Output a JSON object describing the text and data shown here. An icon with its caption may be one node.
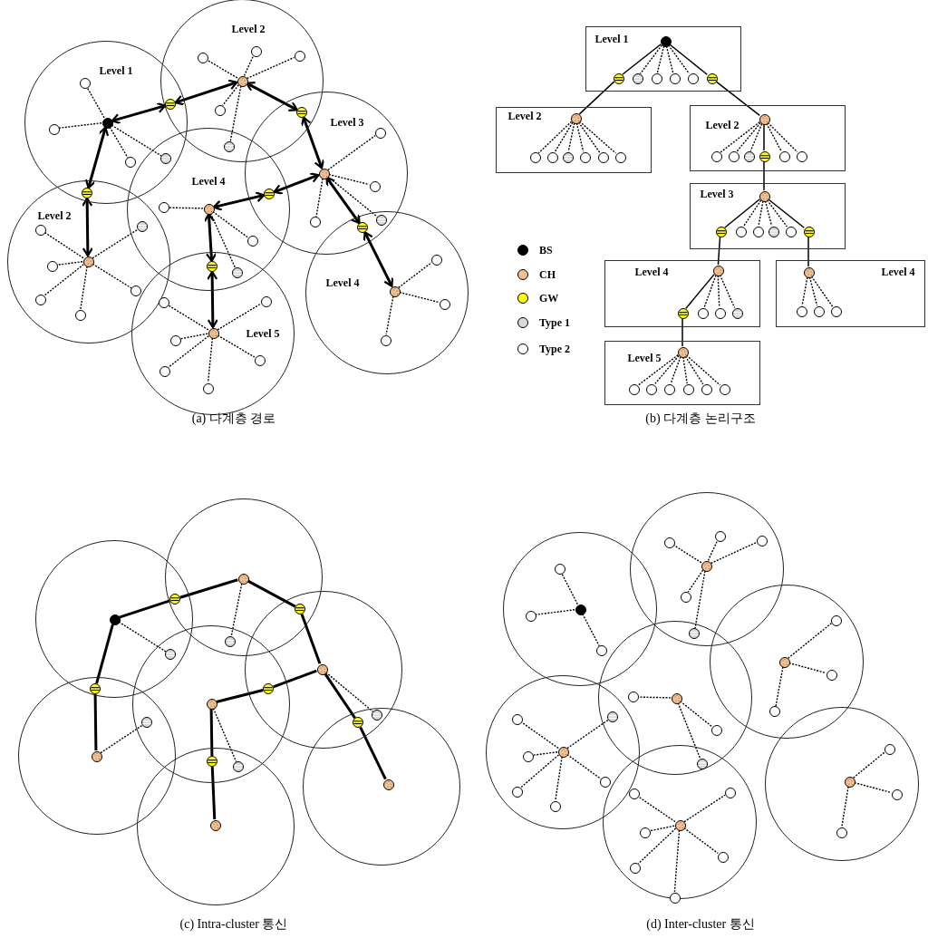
{
  "diagram": {
    "nodes": [
      {
        "text": [
          "Level 1"
        ]
      },
      {
        "text": [
          "Level 2"
        ]
      },
      {
        "text": [
          "Level 3"
        ]
      },
      {
        "text": [
          "Level 4"
        ]
      },
      {
        "text": [
          "Level 2"
        ]
      },
      {
        "text": [
          "Level 5"
        ]
      },
      {
        "text": [
          "Level 4"
        ]
      },
      {
        "text": [],
        "shape": "circle",
        "in": 0
      },
      {
        "text": [],
        "shape": "circle",
        "in": 0
      },
      {
        "text": [],
        "shape": "circle",
        "in": 0
      },
      {
        "text": [],
        "shape": "circle"
      },
      {
        "text": [],
        "shape": "circle"
      },
      {
        "text": [],
        "shape": "circle"
      },
      {
        "text": [],
        "shape": "circle",
        "in": 1
      },
      {
        "text": [],
        "shape": "circle",
        "in": 1
      },
      {
        "text": [],
        "shape": "circle",
        "in": 1
      },
      {
        "text": [],
        "shape": "circle",
        "in": 1
      },
      {
        "text": [],
        "shape": "circle",
        "in": 1
      },
      {
        "text": [],
        "shape": "circle"
      },
      {
        "text": [],
        "shape": "circle"
      },
      {
        "text": [],
        "shape": "circle",
        "in": 2
      },
      {
        "text": [],
        "shape": "circle",
        "in": 2
      },
      {
        "text": [],
        "shape": "circle",
        "in": 2
      },
      {
        "text": [],
        "shape": "circle"
      },
      {
        "text": [],
        "shape": "circle"
      },
      {
        "text": [],
        "shape": "circle"
      },
      {
        "text": [],
        "shape": "circle"
      },
      {
        "text": [],
        "shape": "circle",
        "in": 3
      },
      {
        "text": [],
        "shape": "circle"
      },
      {
        "text": [],
        "shape": "circle"
      },
      {
        "text": [],
        "shape": "circle"
      },
      {
        "text": [],
        "shape": "circle"
      },
      {
        "text": [],
        "shape": "circle"
      },
      {
        "text": [],
        "shape": "circle",
        "in": 4
      },
      {
        "text": [],
        "shape": "circle",
        "in": 4
      },
      {
        "text": [],
        "shape": "circle",
        "in": 4
      },
      {
        "text": [],
        "shape": "circle"
      },
      {
        "text": [],
        "shape": "circle",
        "in": 4
      },
      {
        "text": [],
        "shape": "circle",
        "in": 4
      },
      {
        "text": [],
        "shape": "circle"
      },
      {
        "text": [],
        "shape": "circle",
        "in": 5
      },
      {
        "text": [],
        "shape": "circle"
      },
      {
        "text": [],
        "shape": "circle",
        "in": 5
      },
      {
        "text": [],
        "shape": "circle",
        "in": 5
      },
      {
        "text": [],
        "shape": "circle",
        "in": 5
      },
      {
        "text": [],
        "shape": "circle",
        "in": 5
      },
      {
        "text": [],
        "shape": "circle",
        "in": 5
      },
      {
        "text": [],
        "shape": "circle",
        "in": 6
      },
      {
        "text": [],
        "shape": "circle",
        "in": 6
      },
      {
        "text": [],
        "shape": "circle",
        "in": 6
      },
      {
        "text": [],
        "shape": "circle",
        "in": 6
      },
      {
        "text": [
          "Level 1"
        ]
      },
      {
        "text": [],
        "shape": "circle",
        "in": 51
      },
      {
        "text": [],
        "shape": "circle",
        "in": 51
      },
      {
        "text": [],
        "shape": "circle",
        "in": 51
      },
      {
        "text": [],
        "shape": "circle",
        "in": 51
      },
      {
        "text": [],
        "shape": "circle",
        "in": 51
      },
      {
        "text": [],
        "shape": "circle",
        "in": 51
      },
      {
        "text": [],
        "shape": "circle",
        "in": 51
      },
      {
        "text": [
          "Level 2"
        ]
      },
      {
        "text": [],
        "shape": "circle",
        "in": 59
      },
      {
        "text": [],
        "shape": "circle",
        "in": 59
      },
      {
        "text": [],
        "shape": "circle",
        "in": 59
      },
      {
        "text": [],
        "shape": "circle",
        "in": 59
      },
      {
        "text": [],
        "shape": "circle",
        "in": 59
      },
      {
        "text": [],
        "shape": "circle",
        "in": 59
      },
      {
        "text": [],
        "shape": "circle",
        "in": 59
      },
      {
        "text": [
          "Level 2"
        ]
      },
      {
        "text": [],
        "shape": "circle",
        "in": 67
      },
      {
        "text": [],
        "shape": "circle",
        "in": 67
      },
      {
        "text": [],
        "shape": "circle",
        "in": 67
      },
      {
        "text": [],
        "shape": "circle",
        "in": 67
      },
      {
        "text": [],
        "shape": "circle",
        "in": 67
      },
      {
        "text": [],
        "shape": "circle",
        "in": 67
      },
      {
        "text": [],
        "shape": "circle",
        "in": 67
      },
      {
        "text": [
          "Level 3"
        ]
      },
      {
        "text": [],
        "shape": "circle",
        "in": 75
      },
      {
        "text": [],
        "shape": "circle",
        "in": 75
      },
      {
        "text": [],
        "shape": "circle",
        "in": 75
      },
      {
        "text": [],
        "shape": "circle",
        "in": 75
      },
      {
        "text": [],
        "shape": "circle",
        "in": 75
      },
      {
        "text": [],
        "shape": "circle",
        "in": 75
      },
      {
        "text": [],
        "shape": "circle",
        "in": 75
      },
      {
        "text": [
          "Level 4"
        ]
      },
      {
        "text": [],
        "shape": "circle",
        "in": 83
      },
      {
        "text": [],
        "shape": "circle",
        "in": 83
      },
      {
        "text": [],
        "shape": "circle",
        "in": 83
      },
      {
        "text": [],
        "shape": "circle",
        "in": 83
      },
      {
        "text": [],
        "shape": "circle",
        "in": 83
      },
      {
        "text": [
          "Level 4"
        ]
      },
      {
        "text": [],
        "shape": "circle",
        "in": 89
      },
      {
        "text": [],
        "shape": "circle",
        "in": 89
      },
      {
        "text": [],
        "shape": "circle",
        "in": 89
      },
      {
        "text": [],
        "shape": "circle",
        "in": 89
      },
      {
        "text": [
          "Level 5"
        ]
      },
      {
        "text": [],
        "shape": "circle",
        "in": 94
      },
      {
        "text": [],
        "shape": "circle",
        "in": 94
      },
      {
        "text": [],
        "shape": "circle",
        "in": 94
      },
      {
        "text": [],
        "shape": "circle",
        "in": 94
      },
      {
        "text": [],
        "shape": "circle",
        "in": 94
      },
      {
        "text": [],
        "shape": "circle",
        "in": 94
      },
      {
        "text": [],
        "shape": "circle",
        "in": 94
      },
      {
        "text": [],
        "shape": "circle"
      },
      {
        "text": [],
        "shape": "circle"
      },
      {
        "text": [],
        "shape": "circle"
      },
      {
        "text": [],
        "shape": "circle"
      },
      {
        "text": [],
        "shape": "circle"
      },
      {
        "text": [],
        "shape": "circle"
      },
      {
        "text": [],
        "shape": "circle"
      },
      {
        "text": [],
        "shape": "circle",
        "in": 102
      },
      {
        "text": [],
        "shape": "circle"
      },
      {
        "text": [],
        "shape": "circle",
        "in": 103
      },
      {
        "text": [],
        "shape": "circle"
      },
      {
        "text": [],
        "shape": "circle",
        "in": 104
      },
      {
        "text": [],
        "shape": "circle"
      },
      {
        "text": [],
        "shape": "circle",
        "in": 105
      },
      {
        "text": [],
        "shape": "circle"
      },
      {
        "text": [],
        "shape": "circle",
        "in": 106
      },
      {
        "text": [],
        "shape": "circle"
      },
      {
        "text": [],
        "shape": "circle",
        "in": 107
      },
      {
        "text": [],
        "shape": "circle"
      },
      {
        "text": [],
        "shape": "circle",
        "in": 108
      },
      {
        "text": [],
        "shape": "circle"
      },
      {
        "text": [],
        "shape": "circle"
      },
      {
        "text": [],
        "shape": "circle"
      },
      {
        "text": [],
        "shape": "circle"
      },
      {
        "text": [],
        "shape": "circle"
      },
      {
        "text": [],
        "shape": "circle"
      },
      {
        "text": [],
        "shape": "circle"
      },
      {
        "text": [],
        "shape": "circle"
      },
      {
        "text": [],
        "shape": "circle"
      },
      {
        "text": [],
        "shape": "circle"
      },
      {
        "text": [],
        "shape": "circle"
      },
      {
        "text": [],
        "shape": "circle"
      },
      {
        "text": [],
        "shape": "circle",
        "in": 127
      },
      {
        "text": [],
        "shape": "circle",
        "in": 127
      },
      {
        "text": [],
        "shape": "circle",
        "in": 127
      },
      {
        "text": [],
        "shape": "circle"
      },
      {
        "text": [],
        "shape": "circle",
        "in": 128
      },
      {
        "text": [],
        "shape": "circle",
        "in": 128
      },
      {
        "text": [],
        "shape": "circle",
        "in": 128
      },
      {
        "text": [],
        "shape": "circle",
        "in": 128
      },
      {
        "text": [],
        "shape": "circle",
        "in": 128
      },
      {
        "text": [],
        "shape": "circle"
      },
      {
        "text": [],
        "shape": "circle",
        "in": 129
      },
      {
        "text": [],
        "shape": "circle",
        "in": 129
      },
      {
        "text": [],
        "shape": "circle",
        "in": 129
      },
      {
        "text": [],
        "shape": "circle"
      },
      {
        "text": [],
        "shape": "circle",
        "in": 130
      },
      {
        "text": [],
        "shape": "circle"
      },
      {
        "text": [],
        "shape": "circle"
      },
      {
        "text": [],
        "shape": "circle"
      },
      {
        "text": [],
        "shape": "circle",
        "in": 131
      },
      {
        "text": [],
        "shape": "circle",
        "in": 131
      },
      {
        "text": [],
        "shape": "circle",
        "in": 131
      },
      {
        "text": [],
        "shape": "circle",
        "in": 131
      },
      {
        "text": [],
        "shape": "circle"
      },
      {
        "text": [],
        "shape": "circle",
        "in": 131
      },
      {
        "text": [],
        "shape": "circle"
      },
      {
        "text": [],
        "shape": "circle",
        "in": 132
      },
      {
        "text": [],
        "shape": "circle"
      },
      {
        "text": [],
        "shape": "circle",
        "in": 132
      },
      {
        "text": [],
        "shape": "circle",
        "in": 132
      },
      {
        "text": [],
        "shape": "circle",
        "in": 132
      },
      {
        "text": [],
        "shape": "circle",
        "in": 132
      },
      {
        "text": [],
        "shape": "circle",
        "in": 132
      },
      {
        "text": [],
        "shape": "circle",
        "in": 133
      },
      {
        "text": [],
        "shape": "circle",
        "in": 133
      },
      {
        "text": [],
        "shape": "circle",
        "in": 133
      },
      {
        "text": [],
        "shape": "circle",
        "in": 133
      }
    ],
    "edges": [
      {
        "from": 7,
        "to": 12,
        "arrow": "both",
        "style": "thick"
      },
      {
        "from": 12,
        "to": 13,
        "arrow": "both",
        "style": "thick"
      },
      {
        "from": 13,
        "to": 19,
        "arrow": "both",
        "style": "thick"
      },
      {
        "from": 19,
        "to": 20,
        "arrow": "both",
        "style": "thick"
      },
      {
        "from": 20,
        "to": 25,
        "arrow": "both",
        "style": "thick"
      },
      {
        "from": 25,
        "to": 27,
        "arrow": "both",
        "style": "thick"
      },
      {
        "from": 27,
        "to": 31,
        "arrow": "both",
        "style": "thick"
      },
      {
        "from": 31,
        "to": 40,
        "arrow": "both",
        "style": "thick"
      },
      {
        "from": 20,
        "to": 26,
        "arrow": "both",
        "style": "thick"
      },
      {
        "from": 26,
        "to": 47,
        "arrow": "both",
        "style": "thick"
      },
      {
        "from": 7,
        "to": 32,
        "arrow": "both",
        "style": "thick"
      },
      {
        "from": 32,
        "to": 33,
        "arrow": "both",
        "style": "thick"
      },
      {
        "from": 7,
        "to": 8,
        "arrow": "none",
        "style": "dashed"
      },
      {
        "from": 7,
        "to": 9,
        "arrow": "none",
        "style": "dashed"
      },
      {
        "from": 7,
        "to": 10,
        "arrow": "none",
        "style": "dashed"
      },
      {
        "from": 7,
        "to": 11,
        "arrow": "none",
        "style": "dashed"
      },
      {
        "from": 13,
        "to": 14,
        "arrow": "none",
        "style": "dashed"
      },
      {
        "from": 13,
        "to": 15,
        "arrow": "none",
        "style": "dashed"
      },
      {
        "from": 13,
        "to": 16,
        "arrow": "none",
        "style": "dashed"
      },
      {
        "from": 13,
        "to": 17,
        "arrow": "none",
        "style": "dashed"
      },
      {
        "from": 13,
        "to": 18,
        "arrow": "none",
        "style": "dashed"
      },
      {
        "from": 20,
        "to": 21,
        "arrow": "none",
        "style": "dashed"
      },
      {
        "from": 20,
        "to": 22,
        "arrow": "none",
        "style": "dashed"
      },
      {
        "from": 20,
        "to": 23,
        "arrow": "none",
        "style": "dashed"
      },
      {
        "from": 20,
        "to": 24,
        "arrow": "none",
        "style": "dashed"
      },
      {
        "from": 27,
        "to": 28,
        "arrow": "none",
        "style": "dashed"
      },
      {
        "from": 27,
        "to": 29,
        "arrow": "none",
        "style": "dashed"
      },
      {
        "from": 27,
        "to": 30,
        "arrow": "none",
        "style": "dashed"
      },
      {
        "from": 33,
        "to": 34,
        "arrow": "none",
        "style": "dashed"
      },
      {
        "from": 33,
        "to": 35,
        "arrow": "none",
        "style": "dashed"
      },
      {
        "from": 33,
        "to": 36,
        "arrow": "none",
        "style": "dashed"
      },
      {
        "from": 33,
        "to": 37,
        "arrow": "none",
        "style": "dashed"
      },
      {
        "from": 33,
        "to": 38,
        "arrow": "none",
        "style": "dashed"
      },
      {
        "from": 33,
        "to": 39,
        "arrow": "none",
        "style": "dashed"
      },
      {
        "from": 40,
        "to": 41,
        "arrow": "none",
        "style": "dashed"
      },
      {
        "from": 40,
        "to": 42,
        "arrow": "none",
        "style": "dashed"
      },
      {
        "from": 40,
        "to": 43,
        "arrow": "none",
        "style": "dashed"
      },
      {
        "from": 40,
        "to": 44,
        "arrow": "none",
        "style": "dashed"
      },
      {
        "from": 40,
        "to": 45,
        "arrow": "none",
        "style": "dashed"
      },
      {
        "from": 40,
        "to": 46,
        "arrow": "none",
        "style": "dashed"
      },
      {
        "from": 47,
        "to": 48,
        "arrow": "none",
        "style": "dashed"
      },
      {
        "from": 47,
        "to": 49,
        "arrow": "none",
        "style": "dashed"
      },
      {
        "from": 47,
        "to": 50,
        "arrow": "none",
        "style": "dashed"
      },
      {
        "from": 52,
        "to": 53,
        "arrow": "none"
      },
      {
        "from": 52,
        "to": 54,
        "arrow": "none",
        "style": "dashed"
      },
      {
        "from": 52,
        "to": 55,
        "arrow": "none",
        "style": "dashed"
      },
      {
        "from": 52,
        "to": 56,
        "arrow": "none",
        "style": "dashed"
      },
      {
        "from": 52,
        "to": 57,
        "arrow": "none",
        "style": "dashed"
      },
      {
        "from": 52,
        "to": 58,
        "arrow": "none"
      },
      {
        "from": 53,
        "to": 60,
        "arrow": "none"
      },
      {
        "from": 58,
        "to": 68,
        "arrow": "none"
      },
      {
        "from": 60,
        "to": 61,
        "arrow": "none",
        "style": "dashed"
      },
      {
        "from": 60,
        "to": 62,
        "arrow": "none",
        "style": "dashed"
      },
      {
        "from": 60,
        "to": 63,
        "arrow": "none",
        "style": "dashed"
      },
      {
        "from": 60,
        "to": 64,
        "arrow": "none",
        "style": "dashed"
      },
      {
        "from": 60,
        "to": 65,
        "arrow": "none",
        "style": "dashed"
      },
      {
        "from": 60,
        "to": 66,
        "arrow": "none",
        "style": "dashed"
      },
      {
        "from": 68,
        "to": 69,
        "arrow": "none",
        "style": "dashed"
      },
      {
        "from": 68,
        "to": 70,
        "arrow": "none",
        "style": "dashed"
      },
      {
        "from": 68,
        "to": 71,
        "arrow": "none",
        "style": "dashed"
      },
      {
        "from": 68,
        "to": 72,
        "arrow": "none"
      },
      {
        "from": 68,
        "to": 73,
        "arrow": "none",
        "style": "dashed"
      },
      {
        "from": 68,
        "to": 74,
        "arrow": "none",
        "style": "dashed"
      },
      {
        "from": 72,
        "to": 76,
        "arrow": "none"
      },
      {
        "from": 76,
        "to": 77,
        "arrow": "none"
      },
      {
        "from": 76,
        "to": 78,
        "arrow": "none",
        "style": "dashed"
      },
      {
        "from": 76,
        "to": 79,
        "arrow": "none",
        "style": "dashed"
      },
      {
        "from": 76,
        "to": 80,
        "arrow": "none",
        "style": "dashed"
      },
      {
        "from": 76,
        "to": 81,
        "arrow": "none",
        "style": "dashed"
      },
      {
        "from": 76,
        "to": 82,
        "arrow": "none"
      },
      {
        "from": 77,
        "to": 84,
        "arrow": "none"
      },
      {
        "from": 82,
        "to": 90,
        "arrow": "none"
      },
      {
        "from": 84,
        "to": 85,
        "arrow": "none"
      },
      {
        "from": 84,
        "to": 86,
        "arrow": "none",
        "style": "dashed"
      },
      {
        "from": 84,
        "to": 87,
        "arrow": "none",
        "style": "dashed"
      },
      {
        "from": 84,
        "to": 88,
        "arrow": "none",
        "style": "dashed"
      },
      {
        "from": 85,
        "to": 95,
        "arrow": "none"
      },
      {
        "from": 90,
        "to": 91,
        "arrow": "none",
        "style": "dashed"
      },
      {
        "from": 90,
        "to": 92,
        "arrow": "none",
        "style": "dashed"
      },
      {
        "from": 90,
        "to": 93,
        "arrow": "none",
        "style": "dashed"
      },
      {
        "from": 95,
        "to": 96,
        "arrow": "none",
        "style": "dashed"
      },
      {
        "from": 95,
        "to": 97,
        "arrow": "none",
        "style": "dashed"
      },
      {
        "from": 95,
        "to": 98,
        "arrow": "none",
        "style": "dashed"
      },
      {
        "from": 95,
        "to": 99,
        "arrow": "none",
        "style": "dashed"
      },
      {
        "from": 95,
        "to": 100,
        "arrow": "none",
        "style": "dashed"
      },
      {
        "from": 95,
        "to": 101,
        "arrow": "none",
        "style": "dashed"
      },
      {
        "from": 109,
        "to": 110,
        "arrow": "none",
        "style": "thick"
      },
      {
        "from": 110,
        "to": 111,
        "arrow": "none",
        "style": "thick"
      },
      {
        "from": 111,
        "to": 112,
        "arrow": "none",
        "style": "thick"
      },
      {
        "from": 112,
        "to": 113,
        "arrow": "none",
        "style": "thick"
      },
      {
        "from": 113,
        "to": 114,
        "arrow": "none",
        "style": "thick"
      },
      {
        "from": 114,
        "to": 115,
        "arrow": "none",
        "style": "thick"
      },
      {
        "from": 115,
        "to": 118,
        "arrow": "none",
        "style": "thick"
      },
      {
        "from": 118,
        "to": 119,
        "arrow": "none",
        "style": "thick"
      },
      {
        "from": 113,
        "to": 120,
        "arrow": "none",
        "style": "thick"
      },
      {
        "from": 120,
        "to": 121,
        "arrow": "none",
        "style": "thick"
      },
      {
        "from": 109,
        "to": 116,
        "arrow": "none",
        "style": "thick"
      },
      {
        "from": 116,
        "to": 117,
        "arrow": "none",
        "style": "thick"
      },
      {
        "from": 109,
        "to": 122,
        "arrow": "none",
        "style": "dashed"
      },
      {
        "from": 111,
        "to": 123,
        "arrow": "none",
        "style": "dashed"
      },
      {
        "from": 117,
        "to": 124,
        "arrow": "none",
        "style": "dashed"
      },
      {
        "from": 115,
        "to": 125,
        "arrow": "none",
        "style": "dashed"
      },
      {
        "from": 113,
        "to": 126,
        "arrow": "none",
        "style": "dashed"
      },
      {
        "from": 134,
        "to": 135,
        "arrow": "none",
        "style": "dashed"
      },
      {
        "from": 134,
        "to": 136,
        "arrow": "none",
        "style": "dashed"
      },
      {
        "from": 134,
        "to": 137,
        "arrow": "none",
        "style": "dashed"
      },
      {
        "from": 138,
        "to": 139,
        "arrow": "none",
        "style": "dashed"
      },
      {
        "from": 138,
        "to": 140,
        "arrow": "none",
        "style": "dashed"
      },
      {
        "from": 138,
        "to": 141,
        "arrow": "none",
        "style": "dashed"
      },
      {
        "from": 138,
        "to": 142,
        "arrow": "none",
        "style": "dashed"
      },
      {
        "from": 138,
        "to": 143,
        "arrow": "none",
        "style": "dashed"
      },
      {
        "from": 144,
        "to": 145,
        "arrow": "none",
        "style": "dashed"
      },
      {
        "from": 144,
        "to": 146,
        "arrow": "none",
        "style": "dashed"
      },
      {
        "from": 144,
        "to": 147,
        "arrow": "none",
        "style": "dashed"
      },
      {
        "from": 148,
        "to": 149,
        "arrow": "none",
        "style": "dashed"
      },
      {
        "from": 148,
        "to": 150,
        "arrow": "none",
        "style": "dashed"
      },
      {
        "from": 148,
        "to": 151,
        "arrow": "none",
        "style": "dashed"
      },
      {
        "from": 152,
        "to": 153,
        "arrow": "none",
        "style": "dashed"
      },
      {
        "from": 152,
        "to": 154,
        "arrow": "none",
        "style": "dashed"
      },
      {
        "from": 152,
        "to": 155,
        "arrow": "none",
        "style": "dashed"
      },
      {
        "from": 152,
        "to": 156,
        "arrow": "none",
        "style": "dashed"
      },
      {
        "from": 152,
        "to": 157,
        "arrow": "none",
        "style": "dashed"
      },
      {
        "from": 152,
        "to": 158,
        "arrow": "none",
        "style": "dashed"
      },
      {
        "from": 159,
        "to": 160,
        "arrow": "none",
        "style": "dashed"
      },
      {
        "from": 159,
        "to": 161,
        "arrow": "none",
        "style": "dashed"
      },
      {
        "from": 159,
        "to": 162,
        "arrow": "none",
        "style": "dashed"
      },
      {
        "from": 159,
        "to": 163,
        "arrow": "none",
        "style": "dashed"
      },
      {
        "from": 159,
        "to": 164,
        "arrow": "none",
        "style": "dashed"
      },
      {
        "from": 159,
        "to": 165,
        "arrow": "none",
        "style": "dashed"
      },
      {
        "from": 166,
        "to": 167,
        "arrow": "none",
        "style": "dashed"
      },
      {
        "from": 166,
        "to": 168,
        "arrow": "none",
        "style": "dashed"
      },
      {
        "from": 166,
        "to": 169,
        "arrow": "none",
        "style": "dashed"
      }
    ],
    "labels": [
      "(a) 다계층 경로",
      "(b) 다계층 논리구조",
      "(c) Intra-cluster 통신",
      "(d) Inter-cluster 통신"
    ],
    "legend": [
      {
        "text": "BS",
        "color": "#000000"
      },
      {
        "text": "CH",
        "color": "#f5c08f"
      },
      {
        "text": "GW",
        "color": "#ffff00"
      },
      {
        "text": "Type 1",
        "color": "#d9d9d9"
      },
      {
        "text": "Type 2",
        "color": "#ffffff"
      }
    ]
  }
}
